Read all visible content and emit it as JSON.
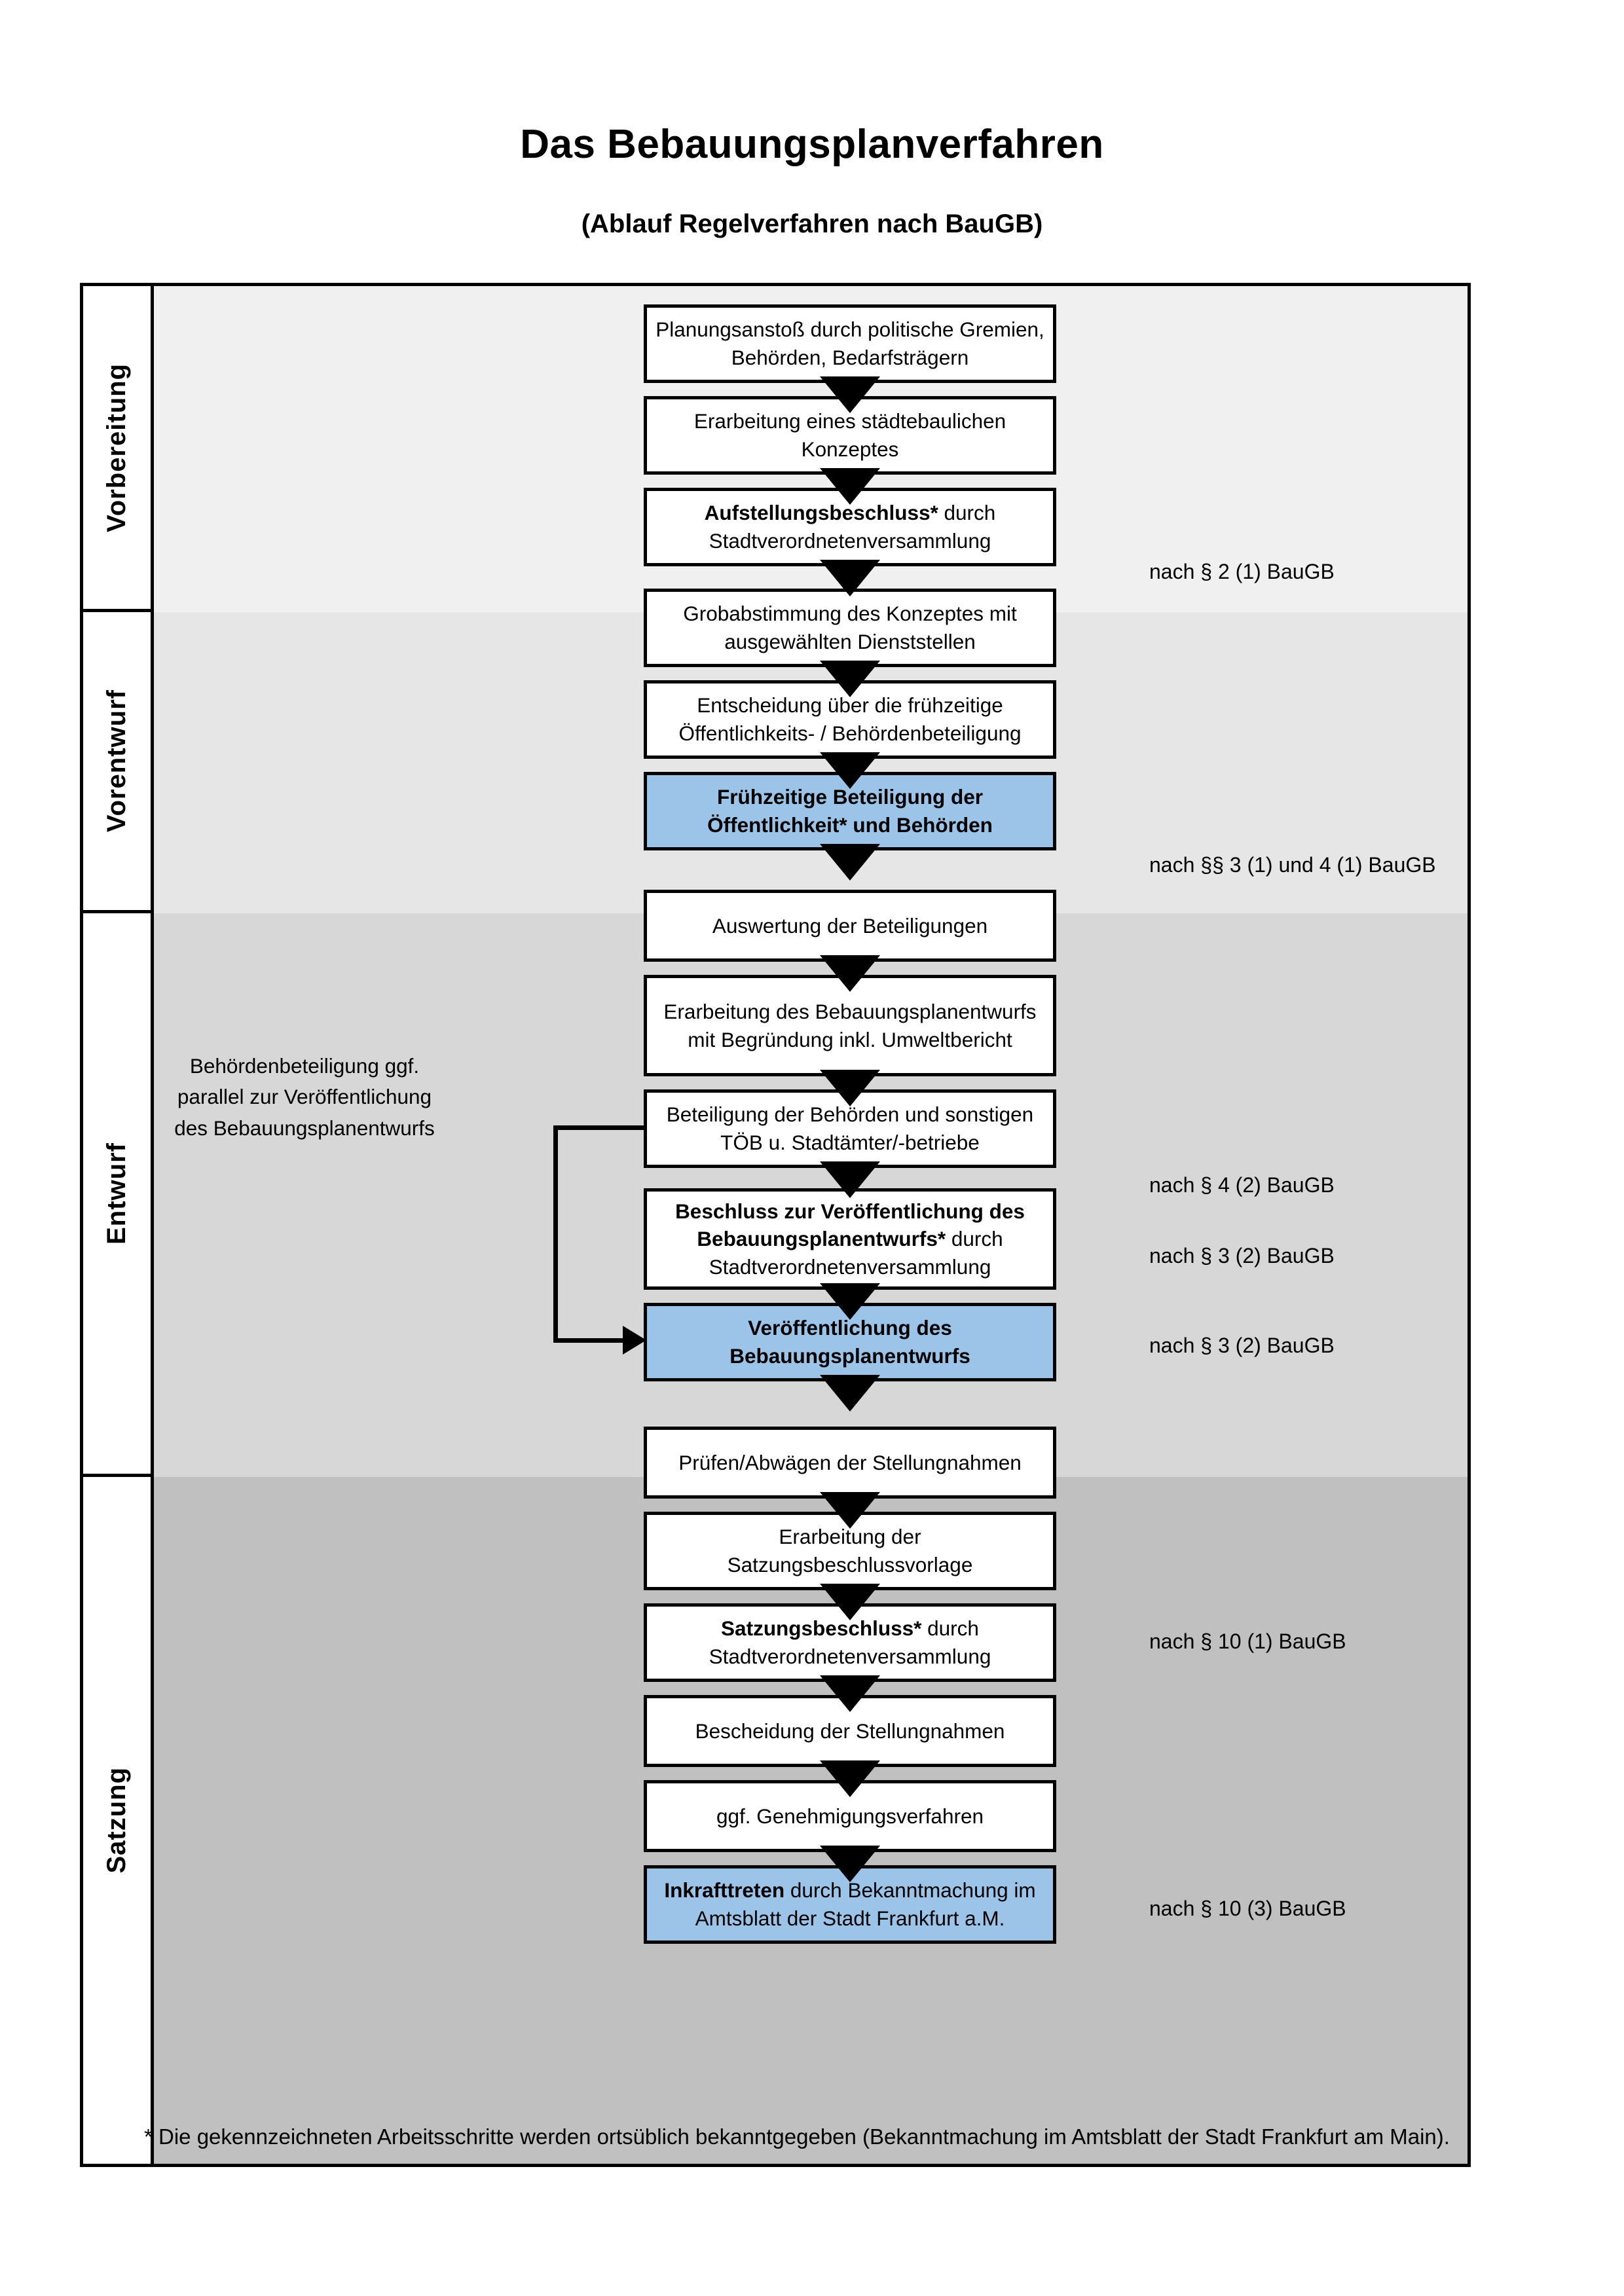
{
  "header": {
    "title": "Das Bebauungsplanverfahren",
    "subtitle": "(Ablauf Regelverfahren nach BauGB)"
  },
  "phases": [
    {
      "label": "Vorbereitung",
      "background": "#f0f0f0"
    },
    {
      "label": "Vorentwurf",
      "background": "#e6e6e6"
    },
    {
      "label": "Entwurf",
      "background": "#d7d7d7"
    },
    {
      "label": "Satzung",
      "background": "#c0c0c0"
    }
  ],
  "colors": {
    "highlight_blue": "#9cc3e8",
    "box_white": "#ffffff",
    "outline": "#000000"
  },
  "steps": [
    {
      "id": "s1",
      "phase": "Vorbereitung",
      "bold": "",
      "rest": "Planungsanstoß durch politische Gremien, Behörden, Bedarfsträgern",
      "highlight": false
    },
    {
      "id": "s2",
      "phase": "Vorbereitung",
      "bold": "",
      "rest": "Erarbeitung eines städtebaulichen Konzeptes",
      "highlight": false
    },
    {
      "id": "s3",
      "phase": "Vorbereitung",
      "bold": "Aufstellungsbeschluss*",
      "rest": " durch Stadtverordnetenversammlung",
      "highlight": false
    },
    {
      "id": "s4",
      "phase": "Vorentwurf",
      "bold": "",
      "rest": "Grobabstimmung des Konzeptes mit ausgewählten Dienststellen",
      "highlight": false
    },
    {
      "id": "s5",
      "phase": "Vorentwurf",
      "bold": "",
      "rest": "Entscheidung über die frühzeitige Öffentlichkeits- / Behördenbeteiligung",
      "highlight": false
    },
    {
      "id": "s6",
      "phase": "Vorentwurf",
      "bold": "Frühzeitige Beteiligung der Öffentlichkeit* und Behörden",
      "rest": "",
      "highlight": true
    },
    {
      "id": "s7",
      "phase": "Entwurf",
      "bold": "",
      "rest": "Auswertung der Beteiligungen",
      "highlight": false
    },
    {
      "id": "s8",
      "phase": "Entwurf",
      "bold": "",
      "rest": "Erarbeitung des Bebauungsplanentwurfs mit Begründung inkl. Umweltbericht",
      "highlight": false
    },
    {
      "id": "s9",
      "phase": "Entwurf",
      "bold": "",
      "rest": "Beteiligung der Behörden und sonstigen TÖB u. Stadtämter/-betriebe",
      "highlight": false
    },
    {
      "id": "s10",
      "phase": "Entwurf",
      "bold": "Beschluss zur Veröffentlichung des Bebauungsplanentwurfs*",
      "rest": " durch Stadtverordnetenversammlung",
      "highlight": false
    },
    {
      "id": "s11",
      "phase": "Entwurf",
      "bold": "Veröffentlichung des Bebauungsplanentwurfs",
      "rest": "",
      "highlight": true
    },
    {
      "id": "s12",
      "phase": "Satzung",
      "bold": "",
      "rest": "Prüfen/Abwägen der Stellungnahmen",
      "highlight": false
    },
    {
      "id": "s13",
      "phase": "Satzung",
      "bold": "",
      "rest": "Erarbeitung der Satzungsbeschlussvorlage",
      "highlight": false
    },
    {
      "id": "s14",
      "phase": "Satzung",
      "bold": "Satzungsbeschluss*",
      "rest": " durch Stadtverordnetenversammlung",
      "highlight": false
    },
    {
      "id": "s15",
      "phase": "Satzung",
      "bold": "",
      "rest": "Bescheidung der Stellungnahmen",
      "highlight": false
    },
    {
      "id": "s16",
      "phase": "Satzung",
      "bold": "",
      "rest": "ggf. Genehmigungsverfahren",
      "highlight": false
    },
    {
      "id": "s17",
      "phase": "Satzung",
      "bold": "Inkrafttreten",
      "rest": " durch Bekanntmachung im Amtsblatt der Stadt Frankfurt a.M.",
      "highlight": true
    }
  ],
  "references": [
    {
      "id": "r1",
      "text": "nach § 2 (1) BauGB"
    },
    {
      "id": "r2",
      "text": "nach §§ 3 (1) und 4 (1) BauGB"
    },
    {
      "id": "r3",
      "text": "nach § 4 (2) BauGB"
    },
    {
      "id": "r4",
      "text": "nach § 3 (2) BauGB"
    },
    {
      "id": "r5",
      "text": "nach § 3 (2) BauGB"
    },
    {
      "id": "r6",
      "text": "nach § 10 (1) BauGB"
    },
    {
      "id": "r7",
      "text": "nach § 10 (3) BauGB"
    }
  ],
  "side_note": {
    "text": "Behördenbeteiligung ggf. parallel zur Veröffentlichung des Bebauungsplanentwurfs"
  },
  "footnote": {
    "text": "* Die gekennzeichneten Arbeitsschritte werden ortsüblich bekanntgegeben (Bekanntmachung im Amtsblatt  der Stadt Frankfurt am Main)."
  }
}
